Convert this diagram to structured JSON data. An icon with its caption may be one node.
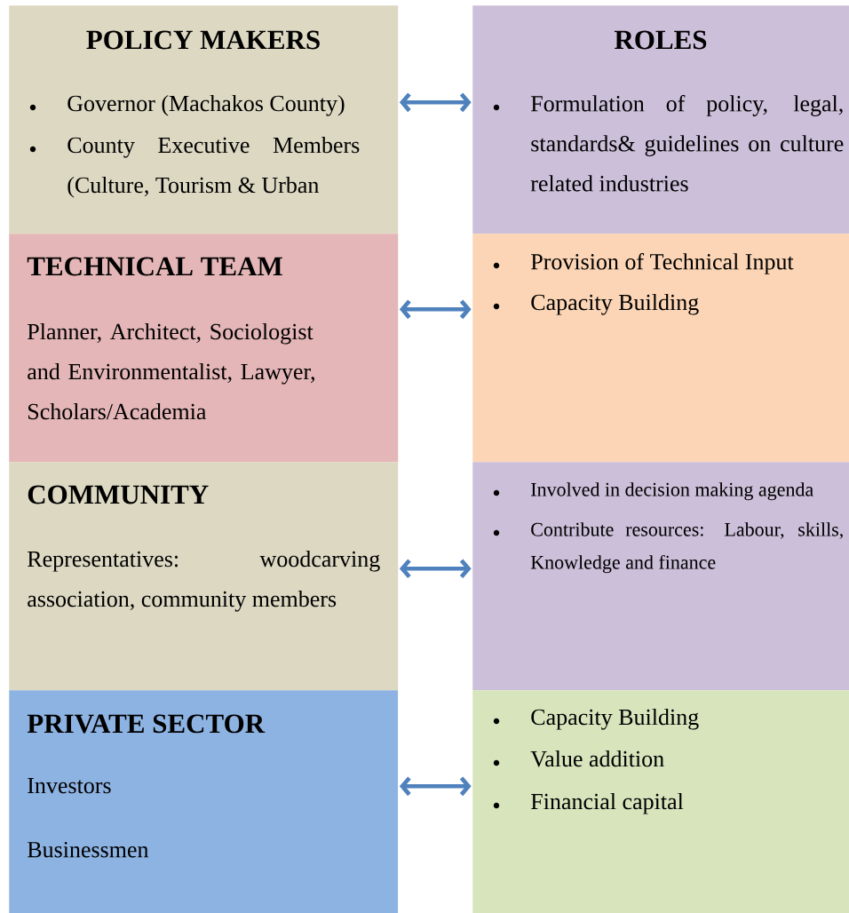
{
  "diagram": {
    "nodes": [
      {
        "text": [
          "POLICY MAKERS",
          "Governor (Machakos County)",
          "County Executive Members (Culture, Tourism & Urban"
        ]
      },
      {
        "text": [
          "ROLES",
          "Formulation of policy, legal, standards& guidelines on culture related industries"
        ]
      },
      {
        "text": [
          "TECHNICAL TEAM",
          "Planner, Architect, Sociologist and Environmentalist, Lawyer, Scholars/Academia"
        ]
      },
      {
        "text": [
          "Provision of Technical Input",
          "Capacity Building"
        ]
      },
      {
        "text": [
          "COMMUNITY",
          "Representatives: woodcarving association, community members"
        ]
      },
      {
        "text": [
          "Involved in decision making agenda",
          "Contribute resources: Labour, skills, Knowledge and finance"
        ]
      },
      {
        "text": [
          "PRIVATE SECTOR",
          "Investors",
          "Businessmen"
        ]
      },
      {
        "text": [
          "Capacity Building",
          "Value addition",
          "Financial capital"
        ]
      }
    ],
    "edges": [
      {
        "from": 0,
        "to": 1,
        "arrow": "both"
      },
      {
        "from": 2,
        "to": 3,
        "arrow": "both"
      },
      {
        "from": 4,
        "to": 5,
        "arrow": "both"
      },
      {
        "from": 6,
        "to": 7,
        "arrow": "both"
      }
    ]
  }
}
